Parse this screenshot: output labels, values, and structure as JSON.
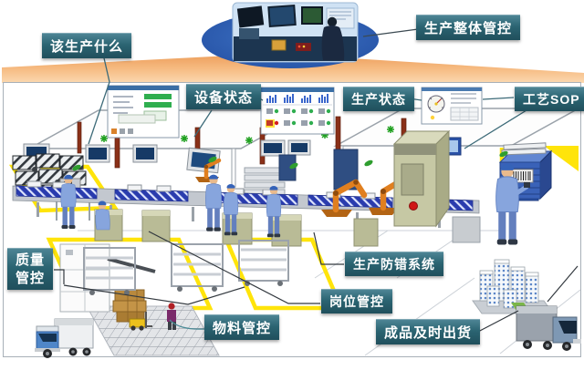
{
  "diagram": {
    "title_hint": "smart factory production control diagram",
    "callouts": [
      {
        "id": "what-to-produce",
        "text": "该生产什么"
      },
      {
        "id": "overall-production-control",
        "text": "生产整体管控"
      },
      {
        "id": "equipment-status",
        "text": "设备状态"
      },
      {
        "id": "production-status",
        "text": "生产状态"
      },
      {
        "id": "process-sop",
        "text": "工艺SOP"
      },
      {
        "id": "quality-control",
        "text": "质量管控"
      },
      {
        "id": "error-proofing-system",
        "text": "生产防错系统"
      },
      {
        "id": "station-control",
        "text": "岗位管控"
      },
      {
        "id": "material-control",
        "text": "物料管控"
      },
      {
        "id": "finished-goods-shipment",
        "text": "成品及时出货"
      }
    ],
    "colors": {
      "callout_bg": "#2b6472",
      "beam_orange": "#f2ab69",
      "ellipse_blue": "#2a58ab",
      "lane_yellow": "#ffe40a",
      "conveyor_blue": "#2a3cae",
      "robot_orange": "#e07f1f",
      "worker_blue": "#87a5dd",
      "crate_blue": "#3a62b8"
    },
    "icons": [
      "control-room-photo-icon",
      "spotlight-beam-icon",
      "factory-floor-icon",
      "overhead-rail-icon",
      "sensor-post-icon",
      "green-star-marker-icon",
      "mes-window-screen-icon",
      "dashboard-screen-icon",
      "gauge-screen-icon",
      "workstation-monitor-icon",
      "conveyor-line-icon",
      "robot-arm-icon",
      "cnc-machine-icon",
      "blue-crate-stack-icon",
      "barcode-icon",
      "material-cart-icon",
      "mesh-storage-icon",
      "carton-stack-icon",
      "forklift-icon",
      "warehouse-buildings-icon",
      "delivery-truck-icon",
      "worker-icon"
    ]
  }
}
